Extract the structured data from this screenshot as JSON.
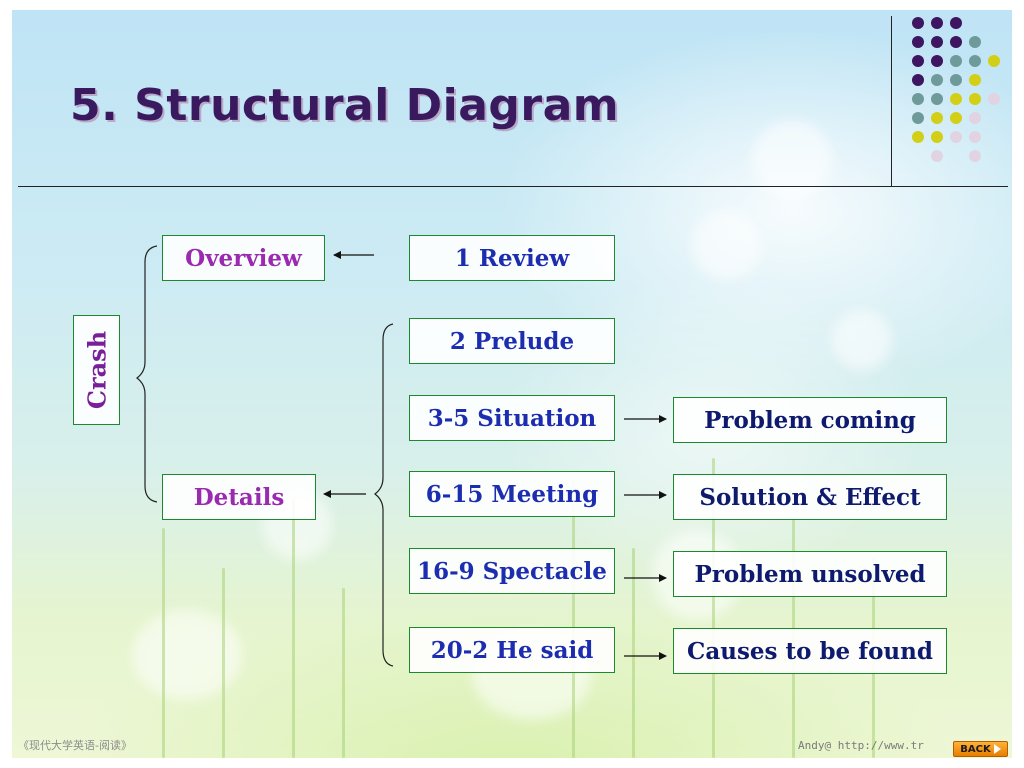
{
  "slide": {
    "title": "5. Structural Diagram",
    "footer_left": "《现代大学英语-阅读》",
    "footer_right": "Andy@ http://www.tr",
    "back_label": "BACK"
  },
  "diagram": {
    "root": "Crash",
    "overview": "Overview",
    "details": "Details",
    "review": "1 Review",
    "parts": [
      "2 Prelude",
      "3-5 Situation",
      "6-15 Meeting",
      "16-9 Spectacle",
      "20-2 He said"
    ],
    "outcomes": [
      "Problem coming",
      "Solution  & Effect",
      "Problem unsolved",
      "Causes to be found"
    ]
  },
  "colors": {
    "title": "#3a1a5e",
    "box_border": "#1b8a2e",
    "box_text": "#1d2db0",
    "accent_purple": "#9a2ab0",
    "dot_purple": "#3d1560",
    "dot_teal": "#6f9a9a",
    "dot_yellow": "#d2cf16",
    "dot_pink": "#e2d3e3"
  }
}
